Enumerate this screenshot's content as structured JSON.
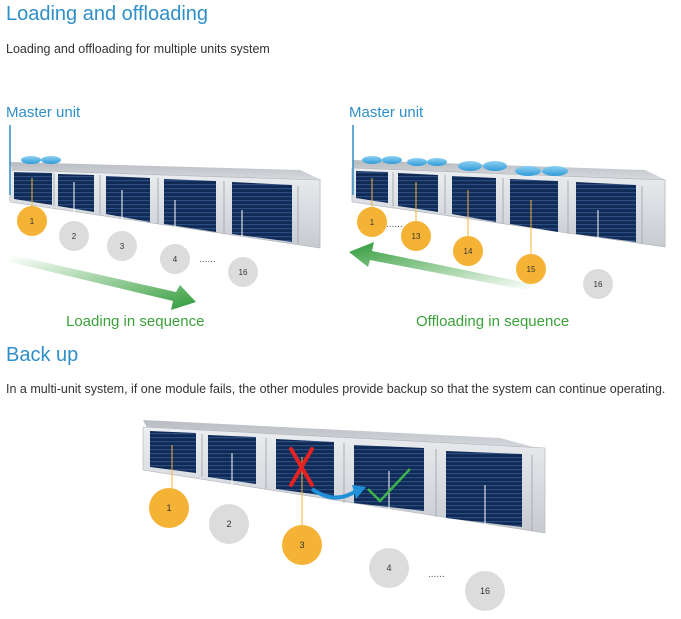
{
  "section1": {
    "title": "Loading and offloading",
    "subtitle": "Loading and offloading for multiple units system"
  },
  "left_diagram": {
    "master_label": "Master unit",
    "caption": "Loading in sequence",
    "bubbles": [
      "1",
      "2",
      "3",
      "4",
      "16"
    ],
    "ellipsis": "......"
  },
  "right_diagram": {
    "master_label": "Master unit",
    "caption": "Offloading in sequence",
    "bubbles": [
      "1",
      "13",
      "14",
      "15",
      "16"
    ],
    "ellipsis": "......"
  },
  "section2": {
    "title": "Back up",
    "paragraph": "In a multi-unit system, if one module fails, the other modules provide backup so that the system can continue operating."
  },
  "backup_diagram": {
    "bubbles": [
      "1",
      "2",
      "3",
      "4",
      "16"
    ],
    "ellipsis": "......"
  },
  "colors": {
    "heading": "#2f8fc8",
    "caption": "#3aa23a",
    "active_bubble": "#f5b335",
    "inactive_bubble": "#dcdcdc",
    "failure_mark": "#e32222",
    "ok_check": "#3cb34a",
    "backup_arrow": "#1f8fd8"
  }
}
